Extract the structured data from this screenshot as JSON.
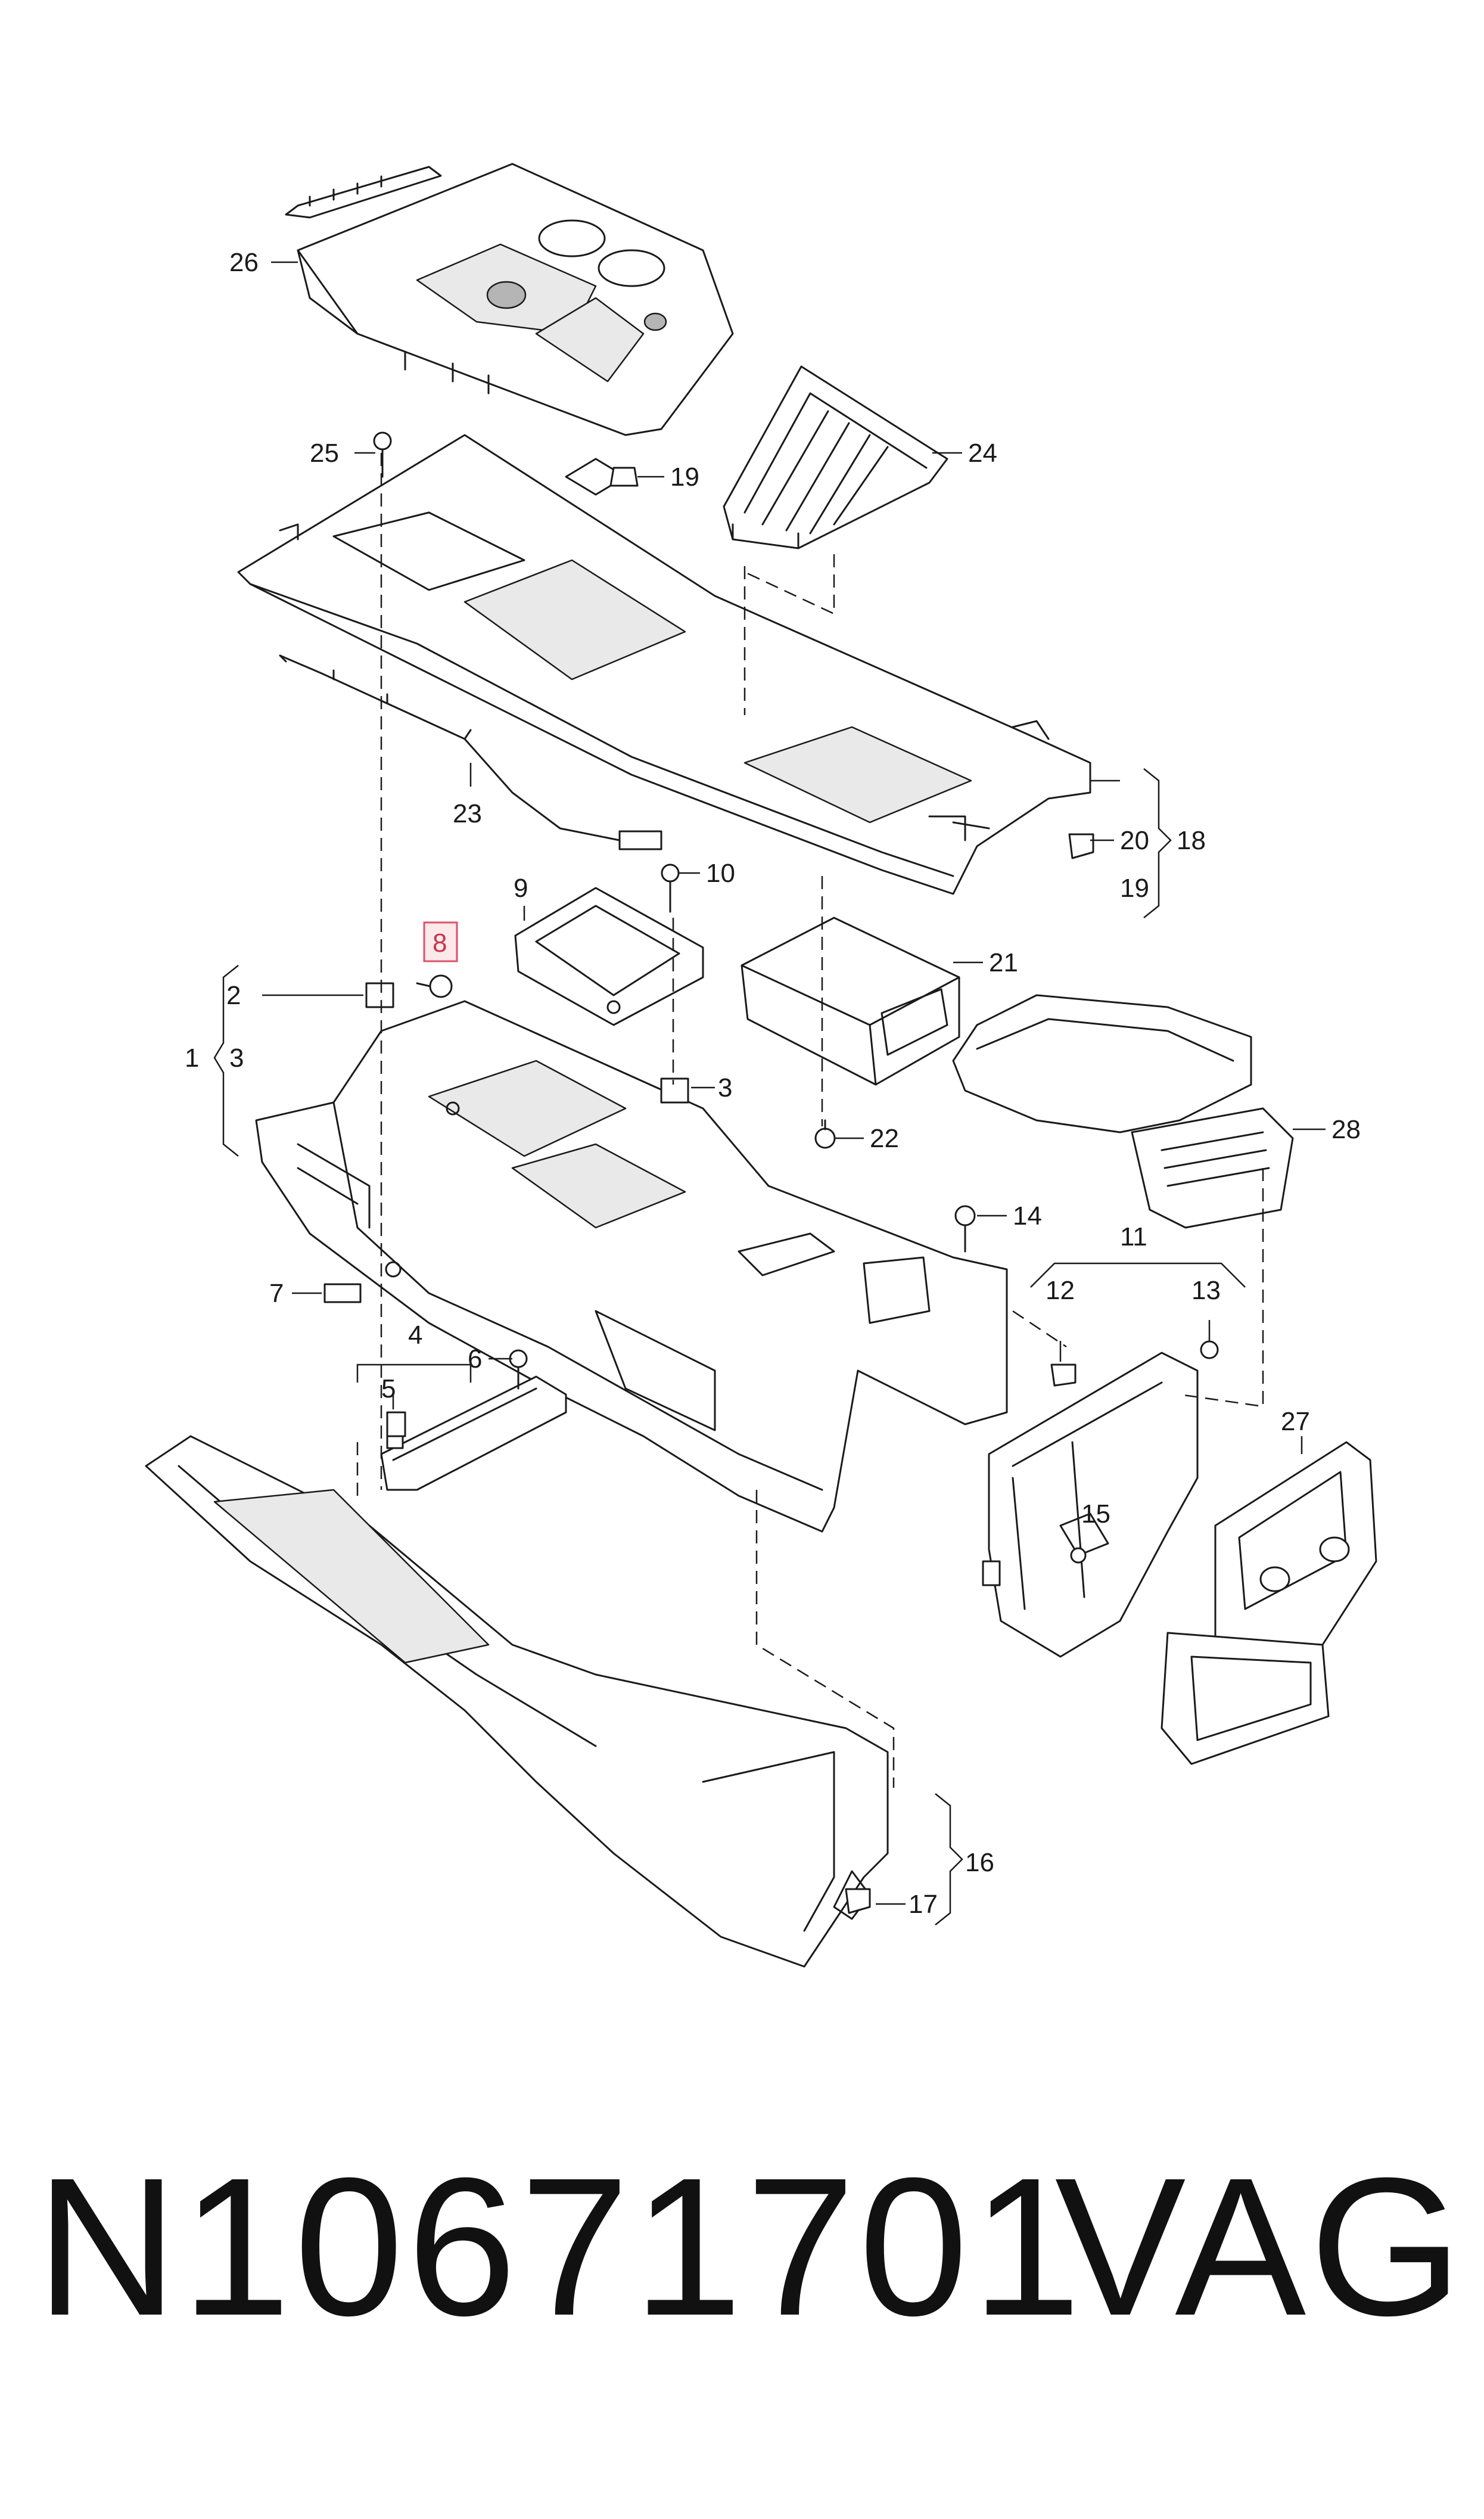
{
  "diagram": {
    "callouts": [
      {
        "id": "c1",
        "label": "1"
      },
      {
        "id": "c2",
        "label": "2"
      },
      {
        "id": "c3a",
        "label": "3"
      },
      {
        "id": "c3b",
        "label": "3"
      },
      {
        "id": "c4",
        "label": "4"
      },
      {
        "id": "c5",
        "label": "5"
      },
      {
        "id": "c6",
        "label": "6"
      },
      {
        "id": "c7",
        "label": "7"
      },
      {
        "id": "c8",
        "label": "8"
      },
      {
        "id": "c9",
        "label": "9"
      },
      {
        "id": "c10",
        "label": "10"
      },
      {
        "id": "c11",
        "label": "11"
      },
      {
        "id": "c12",
        "label": "12"
      },
      {
        "id": "c13",
        "label": "13"
      },
      {
        "id": "c14",
        "label": "14"
      },
      {
        "id": "c15",
        "label": "15"
      },
      {
        "id": "c16",
        "label": "16"
      },
      {
        "id": "c17",
        "label": "17"
      },
      {
        "id": "c18",
        "label": "18"
      },
      {
        "id": "c19a",
        "label": "19"
      },
      {
        "id": "c19b",
        "label": "19"
      },
      {
        "id": "c20",
        "label": "20"
      },
      {
        "id": "c21",
        "label": "21"
      },
      {
        "id": "c22",
        "label": "22"
      },
      {
        "id": "c23",
        "label": "23"
      },
      {
        "id": "c24",
        "label": "24"
      },
      {
        "id": "c25",
        "label": "25"
      },
      {
        "id": "c26",
        "label": "26"
      },
      {
        "id": "c27",
        "label": "27"
      },
      {
        "id": "c28",
        "label": "28"
      }
    ],
    "highlighted_callout": "8",
    "highlight_color": "#d9536a"
  },
  "footer": {
    "part_number": "N10671701",
    "brand": "VAG"
  }
}
